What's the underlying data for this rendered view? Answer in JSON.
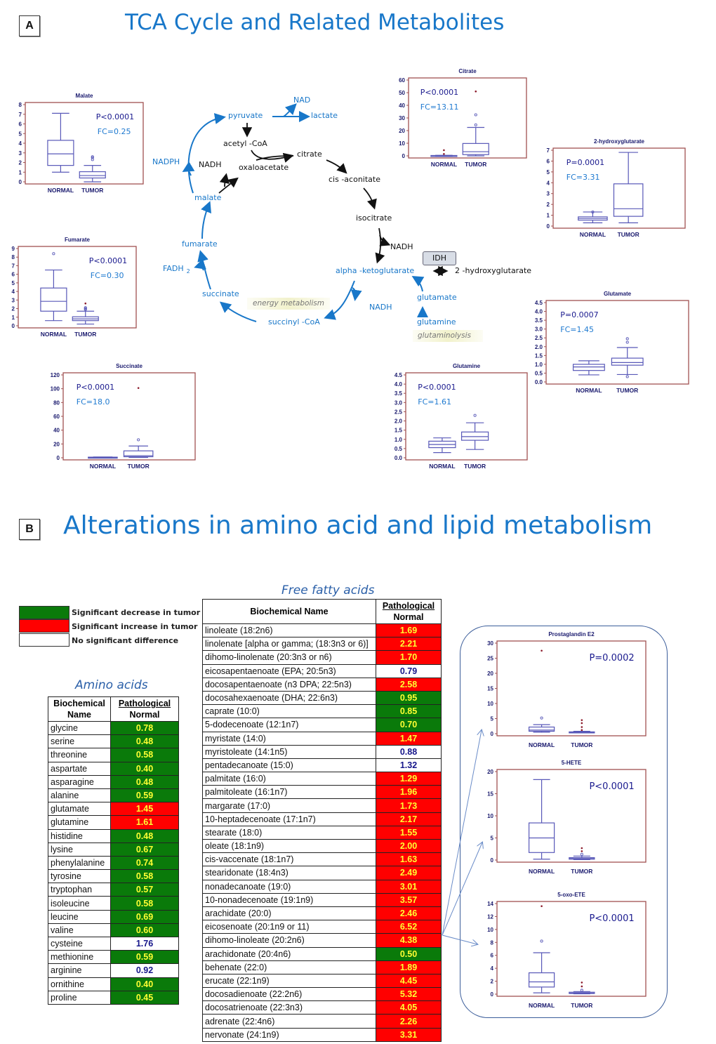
{
  "panelA": {
    "letter": "A",
    "title": "TCA Cycle and Related Metabolites",
    "pathway": {
      "nodes": {
        "pyruvate": "pyruvate",
        "NAD": "NAD",
        "lactate": "lactate",
        "acetylCoA": "acetyl  -CoA",
        "citrate": "citrate",
        "NADPH": "NADPH",
        "NADH_top": "NADH",
        "oxaloacetate": "oxaloacetate",
        "cisAconitate": "cis -aconitate",
        "malate": "malate",
        "isocitrate": "isocitrate",
        "fumarate": "fumarate",
        "NADH_iso": "NADH",
        "IDH": "IDH",
        "FADH2": "FADH",
        "FADH2_sub": "2",
        "akg": "alpha  -ketoglutarate",
        "hg2": "2 -hydroxyglutarate",
        "succinate": "succinate",
        "energy": "energy metabolism",
        "glutamate": "glutamate",
        "NADH_akg": "NADH",
        "succinylCoA": "succinyl   -CoA",
        "glutamine": "glutamine",
        "glutaminolysis": "glutaminolysis"
      }
    }
  },
  "panelB": {
    "letter": "B",
    "title": "Alterations in amino acid and lipid metabolism",
    "legend": [
      {
        "label": "Significant decrease in tumor",
        "color": "#0a7a0a"
      },
      {
        "label": "Significant increase in tumor",
        "color": "#ff0000"
      },
      {
        "label": "No significant difference",
        "color": "#ffffff"
      }
    ],
    "amino_title": "Amino acids",
    "ffa_title": "Free fatty acids",
    "headers": {
      "name_line1": "Biochemical",
      "name_line2": "Name",
      "name_single": "Biochemical Name",
      "ratio_top": "Pathological",
      "ratio_bottom": "Normal"
    },
    "amino_acids": [
      {
        "name": "glycine",
        "value": "0.78",
        "status": "dec"
      },
      {
        "name": "serine",
        "value": "0.48",
        "status": "dec"
      },
      {
        "name": "threonine",
        "value": "0.58",
        "status": "dec"
      },
      {
        "name": "aspartate",
        "value": "0.40",
        "status": "dec"
      },
      {
        "name": "asparagine",
        "value": "0.48",
        "status": "dec"
      },
      {
        "name": "alanine",
        "value": "0.59",
        "status": "dec"
      },
      {
        "name": "glutamate",
        "value": "1.45",
        "status": "inc"
      },
      {
        "name": "glutamine",
        "value": "1.61",
        "status": "inc"
      },
      {
        "name": "histidine",
        "value": "0.48",
        "status": "dec"
      },
      {
        "name": "lysine",
        "value": "0.67",
        "status": "dec"
      },
      {
        "name": "phenylalanine",
        "value": "0.74",
        "status": "dec"
      },
      {
        "name": "tyrosine",
        "value": "0.58",
        "status": "dec"
      },
      {
        "name": "tryptophan",
        "value": "0.57",
        "status": "dec"
      },
      {
        "name": "isoleucine",
        "value": "0.58",
        "status": "dec"
      },
      {
        "name": "leucine",
        "value": "0.69",
        "status": "dec"
      },
      {
        "name": "valine",
        "value": "0.60",
        "status": "dec"
      },
      {
        "name": "cysteine",
        "value": "1.76",
        "status": "none"
      },
      {
        "name": "methionine",
        "value": "0.59",
        "status": "dec"
      },
      {
        "name": "arginine",
        "value": "0.92",
        "status": "none"
      },
      {
        "name": "ornithine",
        "value": "0.40",
        "status": "dec"
      },
      {
        "name": "proline",
        "value": "0.45",
        "status": "dec"
      }
    ],
    "fatty_acids": [
      {
        "name": "linoleate (18:2n6)",
        "value": "1.69",
        "status": "inc"
      },
      {
        "name": "linolenate [alpha or gamma; (18:3n3 or 6)]",
        "value": "2.21",
        "status": "inc"
      },
      {
        "name": "dihomo-linolenate (20:3n3 or n6)",
        "value": "1.70",
        "status": "inc"
      },
      {
        "name": "eicosapentaenoate (EPA; 20:5n3)",
        "value": "0.79",
        "status": "none"
      },
      {
        "name": "docosapentaenoate (n3 DPA; 22:5n3)",
        "value": "2.58",
        "status": "inc"
      },
      {
        "name": "docosahexaenoate (DHA; 22:6n3)",
        "value": "0.95",
        "status": "dec"
      },
      {
        "name": "caprate (10:0)",
        "value": "0.85",
        "status": "dec"
      },
      {
        "name": "5-dodecenoate (12:1n7)",
        "value": "0.70",
        "status": "dec"
      },
      {
        "name": "myristate (14:0)",
        "value": "1.47",
        "status": "inc"
      },
      {
        "name": "myristoleate (14:1n5)",
        "value": "0.88",
        "status": "none"
      },
      {
        "name": "pentadecanoate (15:0)",
        "value": "1.32",
        "status": "none"
      },
      {
        "name": "palmitate (16:0)",
        "value": "1.29",
        "status": "inc"
      },
      {
        "name": "palmitoleate (16:1n7)",
        "value": "1.96",
        "status": "inc"
      },
      {
        "name": "margarate (17:0)",
        "value": "1.73",
        "status": "inc"
      },
      {
        "name": "10-heptadecenoate (17:1n7)",
        "value": "2.17",
        "status": "inc"
      },
      {
        "name": "stearate (18:0)",
        "value": "1.55",
        "status": "inc"
      },
      {
        "name": "oleate (18:1n9)",
        "value": "2.00",
        "status": "inc"
      },
      {
        "name": "cis-vaccenate (18:1n7)",
        "value": "1.63",
        "status": "inc"
      },
      {
        "name": "stearidonate (18:4n3)",
        "value": "2.49",
        "status": "inc"
      },
      {
        "name": "nonadecanoate (19:0)",
        "value": "3.01",
        "status": "inc"
      },
      {
        "name": "10-nonadecenoate (19:1n9)",
        "value": "3.57",
        "status": "inc"
      },
      {
        "name": "arachidate (20:0)",
        "value": "2.46",
        "status": "inc"
      },
      {
        "name": "eicosenoate (20:1n9 or 11)",
        "value": "6.52",
        "status": "inc"
      },
      {
        "name": "dihomo-linoleate (20:2n6)",
        "value": "4.38",
        "status": "inc"
      },
      {
        "name": "arachidonate (20:4n6)",
        "value": "0.50",
        "status": "dec"
      },
      {
        "name": "behenate (22:0)",
        "value": "1.89",
        "status": "inc"
      },
      {
        "name": "erucate (22:1n9)",
        "value": "4.45",
        "status": "inc"
      },
      {
        "name": "docosadienoate (22:2n6)",
        "value": "5.32",
        "status": "inc"
      },
      {
        "name": "docosatrienoate (22:3n3)",
        "value": "4.05",
        "status": "inc"
      },
      {
        "name": "adrenate (22:4n6)",
        "value": "2.26",
        "status": "inc"
      },
      {
        "name": "nervonate (24:1n9)",
        "value": "3.31",
        "status": "inc"
      }
    ]
  },
  "chart_data": [
    {
      "type": "box",
      "title": "Malate",
      "categories": [
        "NORMAL",
        "TUMOR"
      ],
      "ylim": [
        0,
        8
      ],
      "yticks": [
        0,
        1,
        2,
        3,
        4,
        5,
        6,
        7,
        8
      ],
      "p": "P<0.0001",
      "fc": "FC=0.25",
      "series": [
        {
          "name": "NORMAL",
          "min": 1.0,
          "q1": 1.7,
          "median": 2.9,
          "q3": 4.3,
          "max": 7.1,
          "outliers": []
        },
        {
          "name": "TUMOR",
          "min": 0.0,
          "q1": 0.4,
          "median": 0.65,
          "q3": 1.05,
          "max": 1.7,
          "outliers": [
            2.3,
            2.5,
            2.6
          ]
        }
      ]
    },
    {
      "type": "box",
      "title": "Citrate",
      "categories": [
        "NORMAL",
        "TUMOR"
      ],
      "ylim": [
        0,
        60
      ],
      "yticks": [
        0,
        10,
        20,
        30,
        40,
        50,
        60
      ],
      "p": "P<0.0001",
      "fc": "FC=13.11",
      "series": [
        {
          "name": "NORMAL",
          "min": 0.0,
          "q1": 0.1,
          "median": 0.2,
          "q3": 0.3,
          "max": 0.4,
          "outliers": [
            1.5,
            4.5
          ]
        },
        {
          "name": "TUMOR",
          "min": 0.0,
          "q1": 1.0,
          "median": 3.3,
          "q3": 9.8,
          "max": 22.5,
          "outliers": [
            24.5,
            32.5,
            51
          ]
        }
      ]
    },
    {
      "type": "box",
      "title": "2-hydroxyglutarate",
      "categories": [
        "NORMAL",
        "TUMOR"
      ],
      "ylim": [
        0,
        7
      ],
      "yticks": [
        0,
        1,
        2,
        3,
        4,
        5,
        6,
        7
      ],
      "p": "P=0.0001",
      "fc": "FC=3.31",
      "series": [
        {
          "name": "NORMAL",
          "min": 0.3,
          "q1": 0.55,
          "median": 0.7,
          "q3": 0.85,
          "max": 1.3,
          "outliers": [
            1.3
          ]
        },
        {
          "name": "TUMOR",
          "min": 0.3,
          "q1": 0.9,
          "median": 1.6,
          "q3": 3.9,
          "max": 6.8,
          "outliers": []
        }
      ]
    },
    {
      "type": "box",
      "title": "Fumarate",
      "categories": [
        "NORMAL",
        "TUMOR"
      ],
      "ylim": [
        0,
        9
      ],
      "yticks": [
        0,
        1,
        2,
        3,
        4,
        5,
        6,
        7,
        8,
        9
      ],
      "p": "P<0.0001",
      "fc": "FC=0.30",
      "series": [
        {
          "name": "NORMAL",
          "min": 0.6,
          "q1": 1.7,
          "median": 2.85,
          "q3": 4.4,
          "max": 6.5,
          "outliers": [
            8.4
          ]
        },
        {
          "name": "TUMOR",
          "min": 0.2,
          "q1": 0.6,
          "median": 0.8,
          "q3": 1.05,
          "max": 1.7,
          "outliers": [
            1.9,
            2.0,
            2.1,
            2.6
          ]
        }
      ]
    },
    {
      "type": "box",
      "title": "Succinate",
      "categories": [
        "NORMAL",
        "TUMOR"
      ],
      "ylim": [
        0,
        120
      ],
      "yticks": [
        0,
        20,
        40,
        60,
        80,
        100,
        120
      ],
      "p": "P<0.0001",
      "fc": "FC=18.0",
      "series": [
        {
          "name": "NORMAL",
          "min": 0.2,
          "q1": 0.4,
          "median": 0.6,
          "q3": 0.9,
          "max": 1.2,
          "outliers": []
        },
        {
          "name": "TUMOR",
          "min": 0.5,
          "q1": 1.5,
          "median": 3,
          "q3": 10,
          "max": 17,
          "outliers": [
            26,
            101
          ]
        }
      ]
    },
    {
      "type": "box",
      "title": "Glutamine",
      "categories": [
        "NORMAL",
        "TUMOR"
      ],
      "ylim": [
        0,
        4.5
      ],
      "yticks": [
        0.0,
        0.5,
        1.0,
        1.5,
        2.0,
        2.5,
        3.0,
        3.5,
        4.0,
        4.5
      ],
      "p": "P<0.0001",
      "fc": "FC=1.61",
      "series": [
        {
          "name": "NORMAL",
          "min": 0.28,
          "q1": 0.55,
          "median": 0.72,
          "q3": 0.9,
          "max": 1.08,
          "outliers": []
        },
        {
          "name": "TUMOR",
          "min": 0.45,
          "q1": 0.95,
          "median": 1.15,
          "q3": 1.4,
          "max": 1.9,
          "outliers": [
            2.3
          ]
        }
      ]
    },
    {
      "type": "box",
      "title": "Glutamate",
      "categories": [
        "NORMAL",
        "TUMOR"
      ],
      "ylim": [
        0,
        4.5
      ],
      "yticks": [
        0.0,
        0.5,
        1.0,
        1.5,
        2.0,
        2.5,
        3.0,
        3.5,
        4.0,
        4.5
      ],
      "p": "P=0.0007",
      "fc": "FC=1.45",
      "series": [
        {
          "name": "NORMAL",
          "min": 0.4,
          "q1": 0.65,
          "median": 0.85,
          "q3": 1.0,
          "max": 1.2,
          "outliers": []
        },
        {
          "name": "TUMOR",
          "min": 0.42,
          "q1": 0.95,
          "median": 1.1,
          "q3": 1.35,
          "max": 1.95,
          "outliers": [
            0.3,
            2.25,
            2.45
          ]
        }
      ]
    },
    {
      "type": "box",
      "title": "Prostaglandin E2",
      "categories": [
        "NORMAL",
        "TUMOR"
      ],
      "ylim": [
        0,
        30
      ],
      "yticks": [
        0,
        5,
        10,
        15,
        20,
        25,
        30
      ],
      "p": "P=0.0002",
      "fc": "",
      "series": [
        {
          "name": "NORMAL",
          "min": 0.5,
          "q1": 0.8,
          "median": 1.2,
          "q3": 2.2,
          "max": 3.0,
          "outliers": [
            5.2,
            27.5
          ]
        },
        {
          "name": "TUMOR",
          "min": 0.3,
          "q1": 0.4,
          "median": 0.5,
          "q3": 0.6,
          "max": 0.8,
          "outliers": [
            1.2,
            2.2,
            3.5,
            4.5
          ]
        }
      ]
    },
    {
      "type": "box",
      "title": "5-HETE",
      "categories": [
        "NORMAL",
        "TUMOR"
      ],
      "ylim": [
        0,
        20
      ],
      "yticks": [
        0,
        5,
        10,
        15,
        20
      ],
      "p": "P<0.0001",
      "fc": "",
      "series": [
        {
          "name": "NORMAL",
          "min": 0.2,
          "q1": 1.7,
          "median": 5.0,
          "q3": 8.4,
          "max": 18.2,
          "outliers": []
        },
        {
          "name": "TUMOR",
          "min": 0.1,
          "q1": 0.2,
          "median": 0.35,
          "q3": 0.55,
          "max": 0.9,
          "outliers": [
            1.3,
            2.0,
            2.7
          ]
        }
      ]
    },
    {
      "type": "box",
      "title": "5-oxo-ETE",
      "categories": [
        "NORMAL",
        "TUMOR"
      ],
      "ylim": [
        0,
        14
      ],
      "yticks": [
        0,
        2,
        4,
        6,
        8,
        10,
        12,
        14
      ],
      "p": "P<0.0001",
      "fc": "",
      "series": [
        {
          "name": "NORMAL",
          "min": 0.2,
          "q1": 1.1,
          "median": 1.9,
          "q3": 3.3,
          "max": 6.4,
          "outliers": [
            8.2,
            13.6
          ]
        },
        {
          "name": "TUMOR",
          "min": 0.05,
          "q1": 0.1,
          "median": 0.15,
          "q3": 0.3,
          "max": 0.4,
          "outliers": [
            0.6,
            1.2,
            1.8
          ]
        }
      ]
    }
  ]
}
